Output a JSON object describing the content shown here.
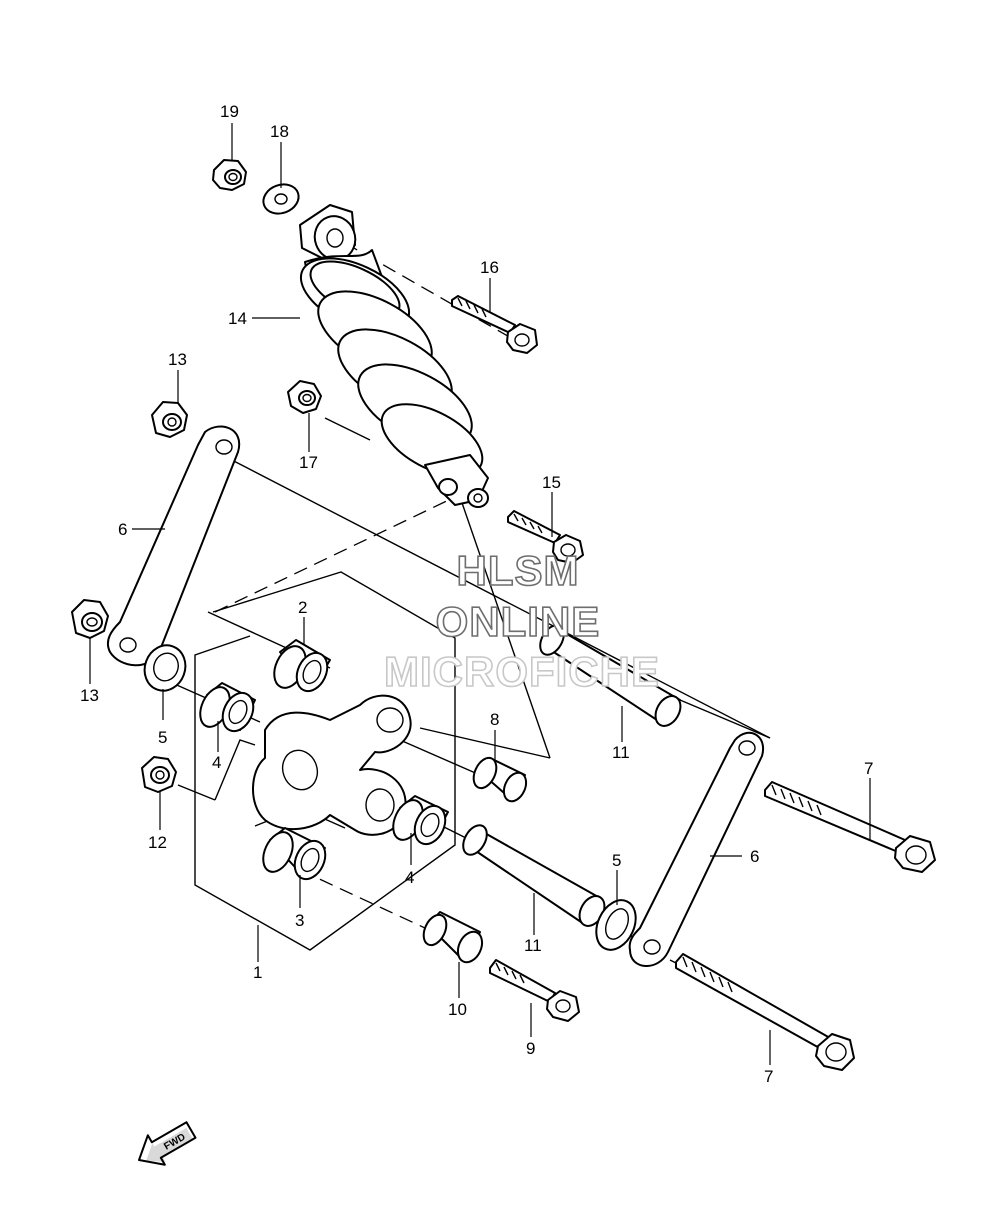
{
  "diagram": {
    "callouts": [
      "1",
      "2",
      "3",
      "4",
      "4",
      "5",
      "5",
      "6",
      "6",
      "7",
      "7",
      "8",
      "9",
      "10",
      "11",
      "11",
      "12",
      "13",
      "13",
      "14",
      "15",
      "16",
      "17",
      "18",
      "19"
    ]
  },
  "watermark": {
    "line1": "HLSM",
    "line2": "ONLINE",
    "line3": "MICROFICHE"
  },
  "fwd_arrow": {
    "label": "FWD"
  }
}
